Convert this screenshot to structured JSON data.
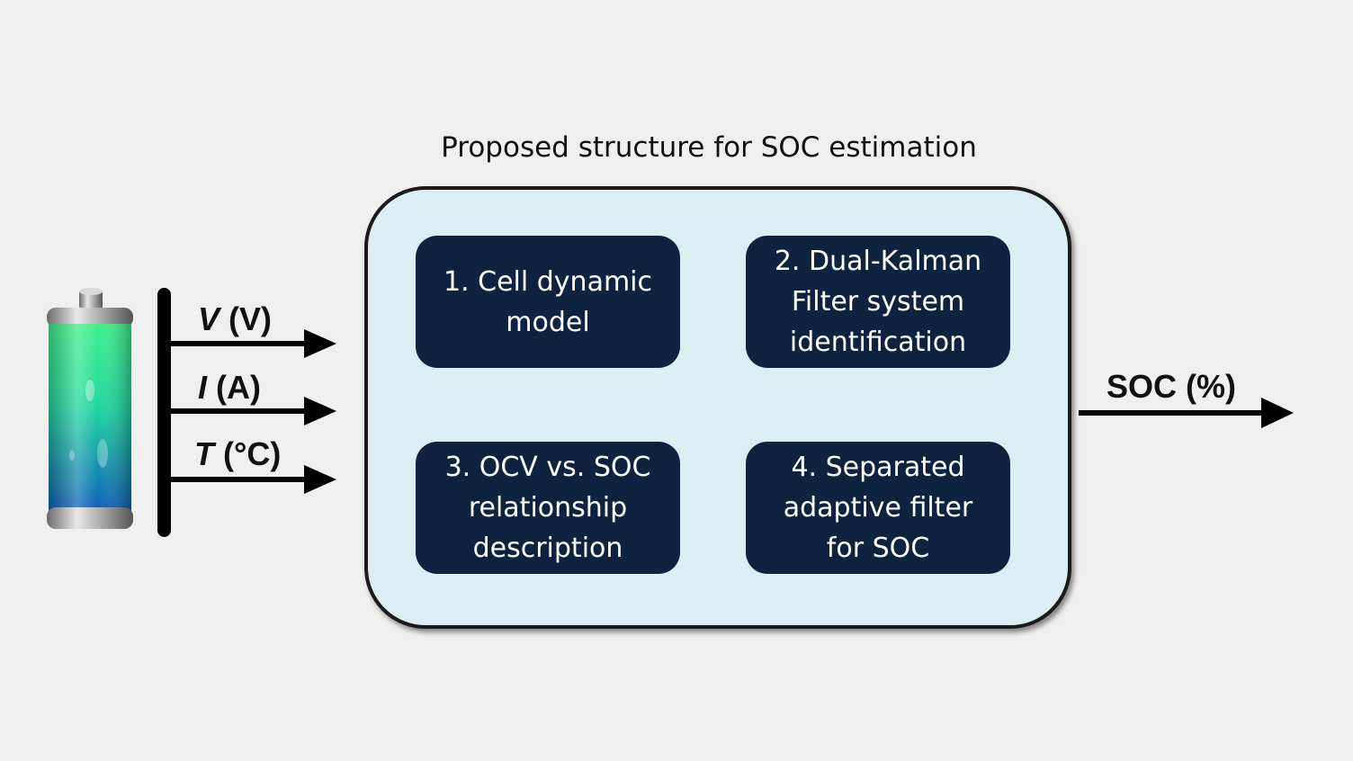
{
  "title": "Proposed structure for SOC estimation",
  "blocks": [
    {
      "text": "1. Cell dynamic\nmodel"
    },
    {
      "text": "2. Dual-Kalman\nFilter system\nidentification"
    },
    {
      "text": "3. OCV vs. SOC\nrelationship\ndescription"
    },
    {
      "text": "4. Separated\nadaptive filter\nfor SOC"
    }
  ],
  "inputs": [
    {
      "symbol": "V",
      "unit": " (V)"
    },
    {
      "symbol": "I",
      "unit": " (A)"
    },
    {
      "symbol": "T",
      "unit": " (°C)"
    }
  ],
  "output": {
    "label": "SOC (%)"
  },
  "icons": {
    "source": "battery-icon"
  },
  "colors": {
    "background": "#efefef",
    "panel": "#daeef3",
    "block": "#0f2340",
    "block_text": "#ffffff",
    "arrow": "#000000"
  }
}
